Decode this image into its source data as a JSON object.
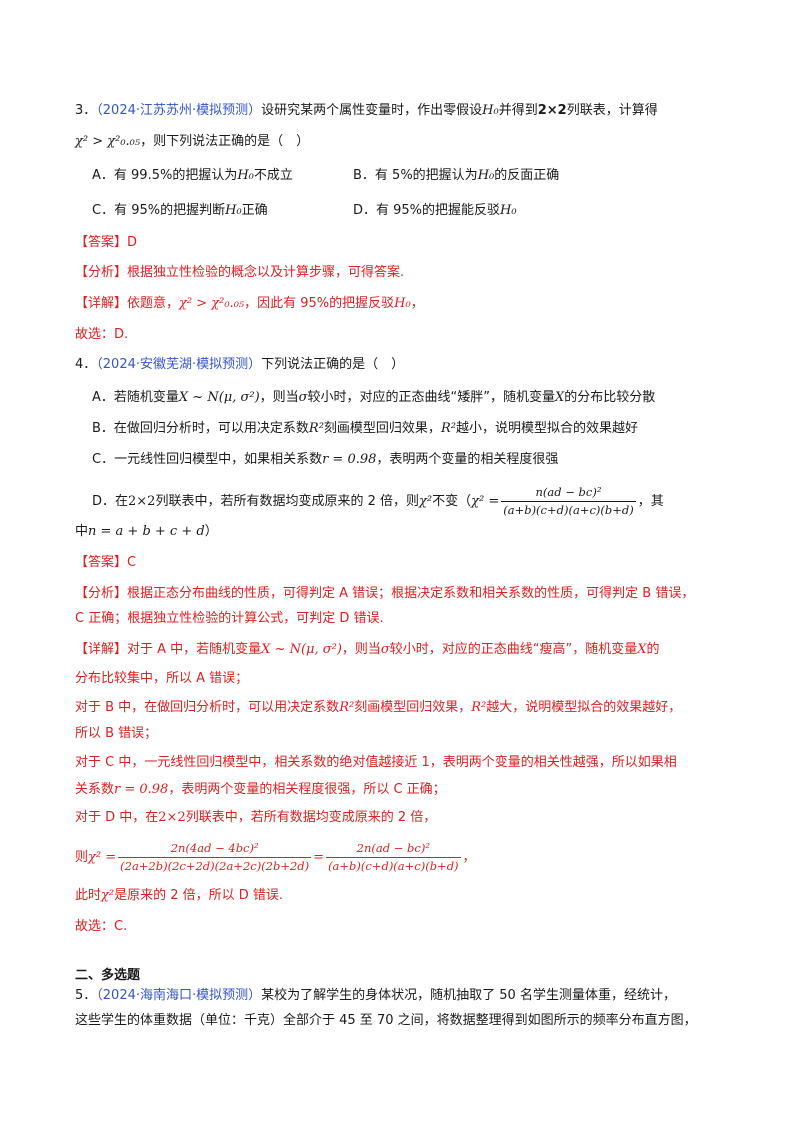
{
  "q3": {
    "num": "3．",
    "source": "（2024·江苏苏州·模拟预测）",
    "stem1": "设研究某两个属性变量时，作出零假设",
    "stem1b": "并得到",
    "stem1c": "2×2",
    "stem1d": "列联表，计算得",
    "stem2": "，则下列说法正确的是（　）",
    "optA_pre": "A．有 99.5%的把握认为",
    "optA_post": "不成立",
    "optB_pre": "B．有 5%的把握认为",
    "optB_post": "的反面正确",
    "optC_pre": "C．有 95%的把握判断",
    "optC_post": "正确",
    "optD_pre": "D．有 95%的把握能反驳",
    "answer": "【答案】D",
    "analysis": "【分析】根据独立性检验的概念以及计算步骤，可得答案.",
    "detail_pre": "【详解】依题意，",
    "detail_post": "，因此有 95%的把握反驳",
    "detail_end": "，",
    "choose": "故选：D."
  },
  "q4": {
    "num": "4．",
    "source": "（2024·安徽芜湖·模拟预测）",
    "stem": "下列说法正确的是（　）",
    "optA_1": "A．若随机变量",
    "optA_2": "，则当",
    "optA_3": "较小时，对应的正态曲线“矮胖”，随机变量",
    "optA_4": "的分布比较分散",
    "optB_1": "B．在做回归分析时，可以用决定系数",
    "optB_2": "刻画模型回归效果，",
    "optB_3": "越小，说明模型拟合的效果越好",
    "optC_1": "C．一元线性回归模型中，如果相关系数",
    "optC_2": "，表明两个变量的相关程度很强",
    "optD_1": "D．在",
    "optD_2": "列联表中，若所有数据均变成原来的 2 倍，则",
    "optD_3": "不变（",
    "optD_4": "，其",
    "optD_5": "中",
    "optD_6": "）",
    "answer": "【答案】C",
    "analysis1": "【分析】根据正态分布曲线的性质，可得判定 A 错误；根据决定系数和相关系数的性质，可得判定 B 错误，",
    "analysis2": "C 正确；根据独立性检验的计算公式，可判定 D 错误.",
    "dA1_1": "【详解】对于 A 中，若随机变量",
    "dA1_2": "，则当",
    "dA1_3": "较小时，对应的正态曲线“瘦高”，随机变量",
    "dA1_4": "的",
    "dA2": "分布比较集中，所以 A 错误；",
    "dB1_1": "对于 B 中，在做回归分析时，可以用决定系数",
    "dB1_2": "刻画模型回归效果，",
    "dB1_3": "越大，说明模型拟合的效果越好，",
    "dB2": "所以 B 错误；",
    "dC1": "对于 C 中，一元线性回归模型中，相关系数的绝对值越接近 1，表明两个变量的相关性越强，所以如果相",
    "dC2_1": "关系数",
    "dC2_2": "，表明两个变量的相关程度很强，所以 C 正确；",
    "dD1_1": "对于 D 中，在",
    "dD1_2": "列联表中，若所有数据均变成原来的 2 倍，",
    "dD2_1": "则",
    "dD2_2": "，",
    "dD3_1": "此时",
    "dD3_2": "是原来的 2 倍，所以 D 错误.",
    "choose": "故选：C."
  },
  "section": "二、多选题",
  "q5": {
    "num": "5．",
    "source": "（2024·海南海口·模拟预测）",
    "stem1": "某校为了解学生的身体状况，随机抽取了 50 名学生测量体重，经统计，",
    "stem2": "这些学生的体重数据（单位：千克）全部介于 45 至 70 之间，将数据整理得到如图所示的频率分布直方图，"
  },
  "formulas": {
    "H0": "H₀",
    "chi_cond": "χ² > χ²₀.₀₅",
    "X_dist": "X ~ N(μ, σ²)",
    "sigma": "σ",
    "X": "X",
    "R2": "R²",
    "r_val": "r = 0.98",
    "two_by_two": "2×2",
    "chi2": "χ²",
    "chi_eq": "χ² =",
    "chi_num": "n(ad − bc)²",
    "chi_den": "(a+b)(c+d)(a+c)(b+d)",
    "n_def": "n = a + b + c + d",
    "chi_num2": "2n(4ad − 4bc)²",
    "chi_den2": "(2a+2b)(2c+2d)(2a+2c)(2b+2d)",
    "eq": "=",
    "chi_num3": "2n(ad − bc)²"
  }
}
